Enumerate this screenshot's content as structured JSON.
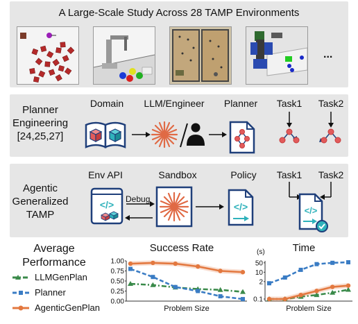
{
  "header": {
    "title": "A Large-Scale Study Across 28 TAMP Environments",
    "ellipsis": "..."
  },
  "row_planner": {
    "label_lines": [
      "Planner",
      "Engineering",
      "[24,25,27]"
    ],
    "domain": "Domain",
    "llm_engineer": "LLM/Engineer",
    "planner": "Planner",
    "task1": "Task1",
    "task2": "Task2",
    "slash": "/"
  },
  "row_agentic": {
    "label_lines": [
      "Agentic",
      "Generalized",
      "TAMP"
    ],
    "env_api": "Env API",
    "sandbox": "Sandbox",
    "policy": "Policy",
    "task1": "Task1",
    "task2": "Task2",
    "debug": "Debug"
  },
  "legend": {
    "title_lines": [
      "Average",
      "Performance"
    ],
    "items": [
      {
        "name": "LLMGenPlan",
        "color": "#3a8a4a"
      },
      {
        "name": "Planner",
        "color": "#3a7cc4"
      },
      {
        "name": "AgenticGenPlan",
        "color": "#e3783f"
      }
    ]
  },
  "chart_data": [
    {
      "type": "line",
      "title": "Success Rate",
      "xlabel": "Problem Size",
      "ylabel": "",
      "yticks": [
        "1.00",
        "0.75",
        "0.50",
        "0.25",
        "0.00"
      ],
      "ylim": [
        0,
        1
      ],
      "x": [
        1,
        2,
        3,
        4,
        5,
        6
      ],
      "series": [
        {
          "name": "LLMGenPlan",
          "color": "#3a8a4a",
          "values": [
            0.43,
            0.4,
            0.34,
            0.3,
            0.28,
            0.23
          ]
        },
        {
          "name": "Planner",
          "color": "#3a7cc4",
          "values": [
            0.8,
            0.6,
            0.35,
            0.25,
            0.12,
            0.05
          ]
        },
        {
          "name": "AgenticGenPlan",
          "color": "#e3783f",
          "values": [
            0.93,
            0.95,
            0.93,
            0.86,
            0.75,
            0.72
          ]
        }
      ]
    },
    {
      "type": "line",
      "title": "Time",
      "unit": "(s)",
      "xlabel": "Problem Size",
      "ylabel": "",
      "yscale": "log",
      "yticks": [
        "50",
        "10",
        "2",
        "0.1"
      ],
      "x": [
        1,
        2,
        3,
        4,
        5,
        6
      ],
      "series": [
        {
          "name": "LLMGenPlan",
          "color": "#3a8a4a",
          "values": [
            0.1,
            0.1,
            0.15,
            0.2,
            0.3,
            0.5
          ]
        },
        {
          "name": "Planner",
          "color": "#3a7cc4",
          "values": [
            1.5,
            4,
            15,
            40,
            50,
            55
          ]
        },
        {
          "name": "AgenticGenPlan",
          "color": "#e3783f",
          "values": [
            0.1,
            0.1,
            0.2,
            0.4,
            0.8,
            1.0
          ]
        }
      ]
    }
  ]
}
